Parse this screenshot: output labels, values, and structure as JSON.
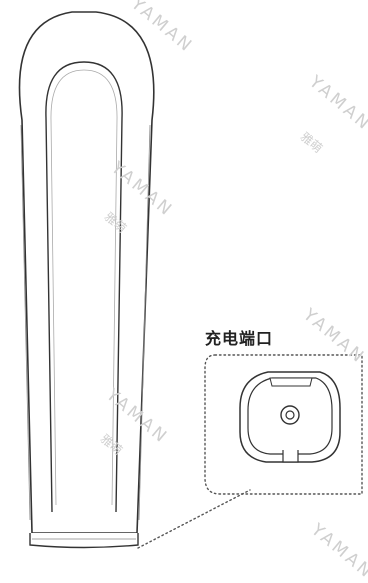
{
  "callout": {
    "label": "充电端口"
  },
  "watermark": {
    "brand": "YAMAN",
    "cn": "雅萌"
  }
}
